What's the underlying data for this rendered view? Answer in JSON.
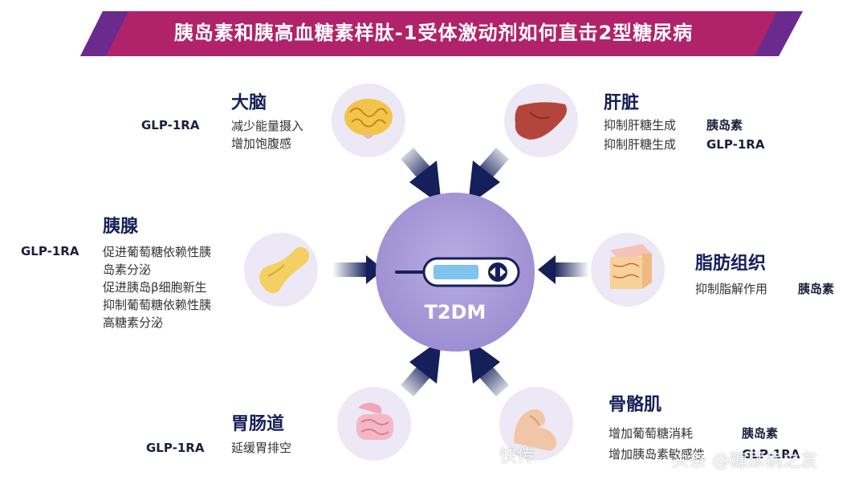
{
  "title": "胰岛素和胰高血糖素样肽-1受体激动剂如何直击2型糖尿病",
  "center": {
    "label": "T2DM"
  },
  "organs": {
    "brain": {
      "title": "大脑",
      "drug": "GLP-1RA",
      "effects": [
        "减少能量摄入",
        "增加饱腹感"
      ]
    },
    "liver": {
      "title": "肝脏",
      "rows": [
        {
          "effect": "抑制肝糖生成",
          "drug": "胰岛素"
        },
        {
          "effect": "抑制肝糖生成",
          "drug": "GLP-1RA"
        }
      ]
    },
    "pancreas": {
      "title": "胰腺",
      "drug": "GLP-1RA",
      "effects": [
        "促进葡萄糖依赖性胰",
        "岛素分泌",
        "促进胰岛β细胞新生",
        "抑制葡萄糖依赖性胰",
        "高糖素分泌"
      ]
    },
    "adipose": {
      "title": "脂肪组织",
      "effect": "抑制脂解作用",
      "drug": "胰岛素"
    },
    "gut": {
      "title": "胃肠道",
      "drug": "GLP-1RA",
      "effect": "延缓胃排空"
    },
    "muscle": {
      "title": "骨骼肌",
      "rows": [
        {
          "effect": "增加葡萄糖消耗",
          "drug": "胰岛素"
        },
        {
          "effect": "增加胰岛素敏感性",
          "drug": "GLP-1RA"
        }
      ]
    }
  },
  "watermark": {
    "left": "快传",
    "right": "头条 @糖尿病之友"
  },
  "colors": {
    "banner": "#b0236a",
    "banner_accent": "#5a2a8a",
    "center": "#a89bd9",
    "arrow": "#15205a",
    "organ_circle": "#ece8f6"
  }
}
